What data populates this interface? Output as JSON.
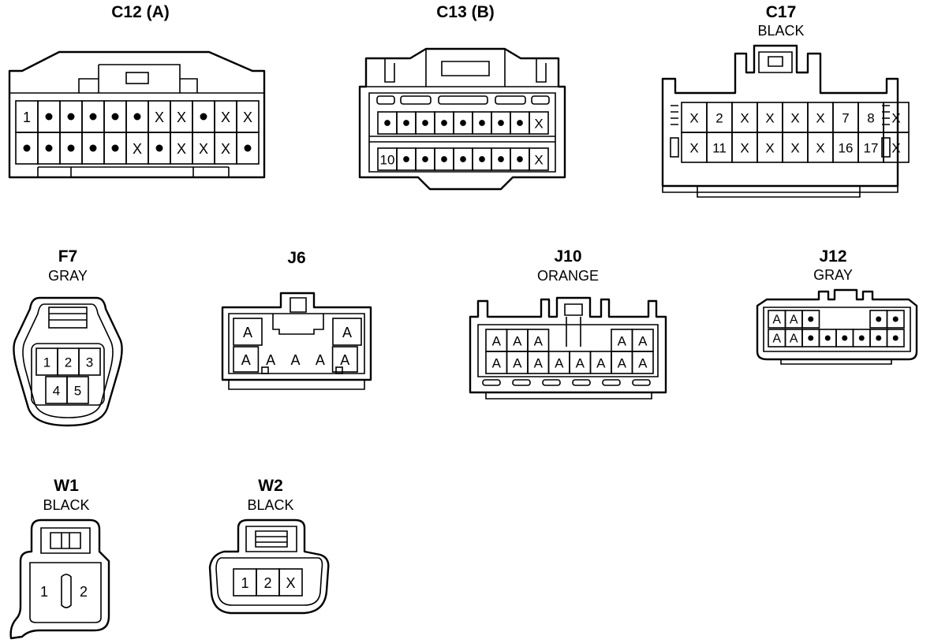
{
  "connectors": {
    "c12": {
      "title": "C12 (A)",
      "rows": [
        [
          "1",
          "•",
          "•",
          "•",
          "•",
          "•",
          "X",
          "X",
          "•",
          "X",
          "X"
        ],
        [
          "•",
          "•",
          "•",
          "•",
          "•",
          "X",
          "•",
          "X",
          "X",
          "X",
          "•"
        ]
      ]
    },
    "c13": {
      "title": "C13 (B)",
      "rows": [
        [
          "•",
          "•",
          "•",
          "•",
          "•",
          "•",
          "•",
          "•",
          "X"
        ],
        [
          "10",
          "•",
          "•",
          "•",
          "•",
          "•",
          "•",
          "•",
          "X"
        ]
      ]
    },
    "c17": {
      "title": "C17",
      "color": "BLACK",
      "rows": [
        [
          "X",
          "2",
          "X",
          "X",
          "X",
          "X",
          "7",
          "8",
          "X"
        ],
        [
          "X",
          "11",
          "X",
          "X",
          "X",
          "X",
          "16",
          "17",
          "X"
        ]
      ]
    },
    "f7": {
      "title": "F7",
      "color": "GRAY",
      "rows": [
        [
          "1",
          "2",
          "3"
        ],
        [
          "4",
          "5"
        ]
      ]
    },
    "j6": {
      "title": "J6",
      "rows": [
        [
          "A",
          "",
          "",
          "",
          "A"
        ],
        [
          "A",
          "A",
          "A",
          "A",
          "A"
        ]
      ]
    },
    "j10": {
      "title": "J10",
      "color": "ORANGE",
      "rows": [
        [
          "A",
          "A",
          "A",
          "",
          "",
          "",
          "A",
          "A"
        ],
        [
          "A",
          "A",
          "A",
          "A",
          "A",
          "A",
          "A",
          "A"
        ]
      ]
    },
    "j12": {
      "title": "J12",
      "color": "GRAY",
      "rows": [
        [
          "A",
          "A",
          "•",
          "",
          "",
          "",
          "•",
          "•"
        ],
        [
          "A",
          "A",
          "•",
          "•",
          "•",
          "•",
          "•",
          "•"
        ]
      ]
    },
    "w1": {
      "title": "W1",
      "color": "BLACK",
      "rows": [
        [
          "1",
          "2"
        ]
      ]
    },
    "w2": {
      "title": "W2",
      "color": "BLACK",
      "rows": [
        [
          "1",
          "2",
          "X"
        ]
      ]
    }
  }
}
